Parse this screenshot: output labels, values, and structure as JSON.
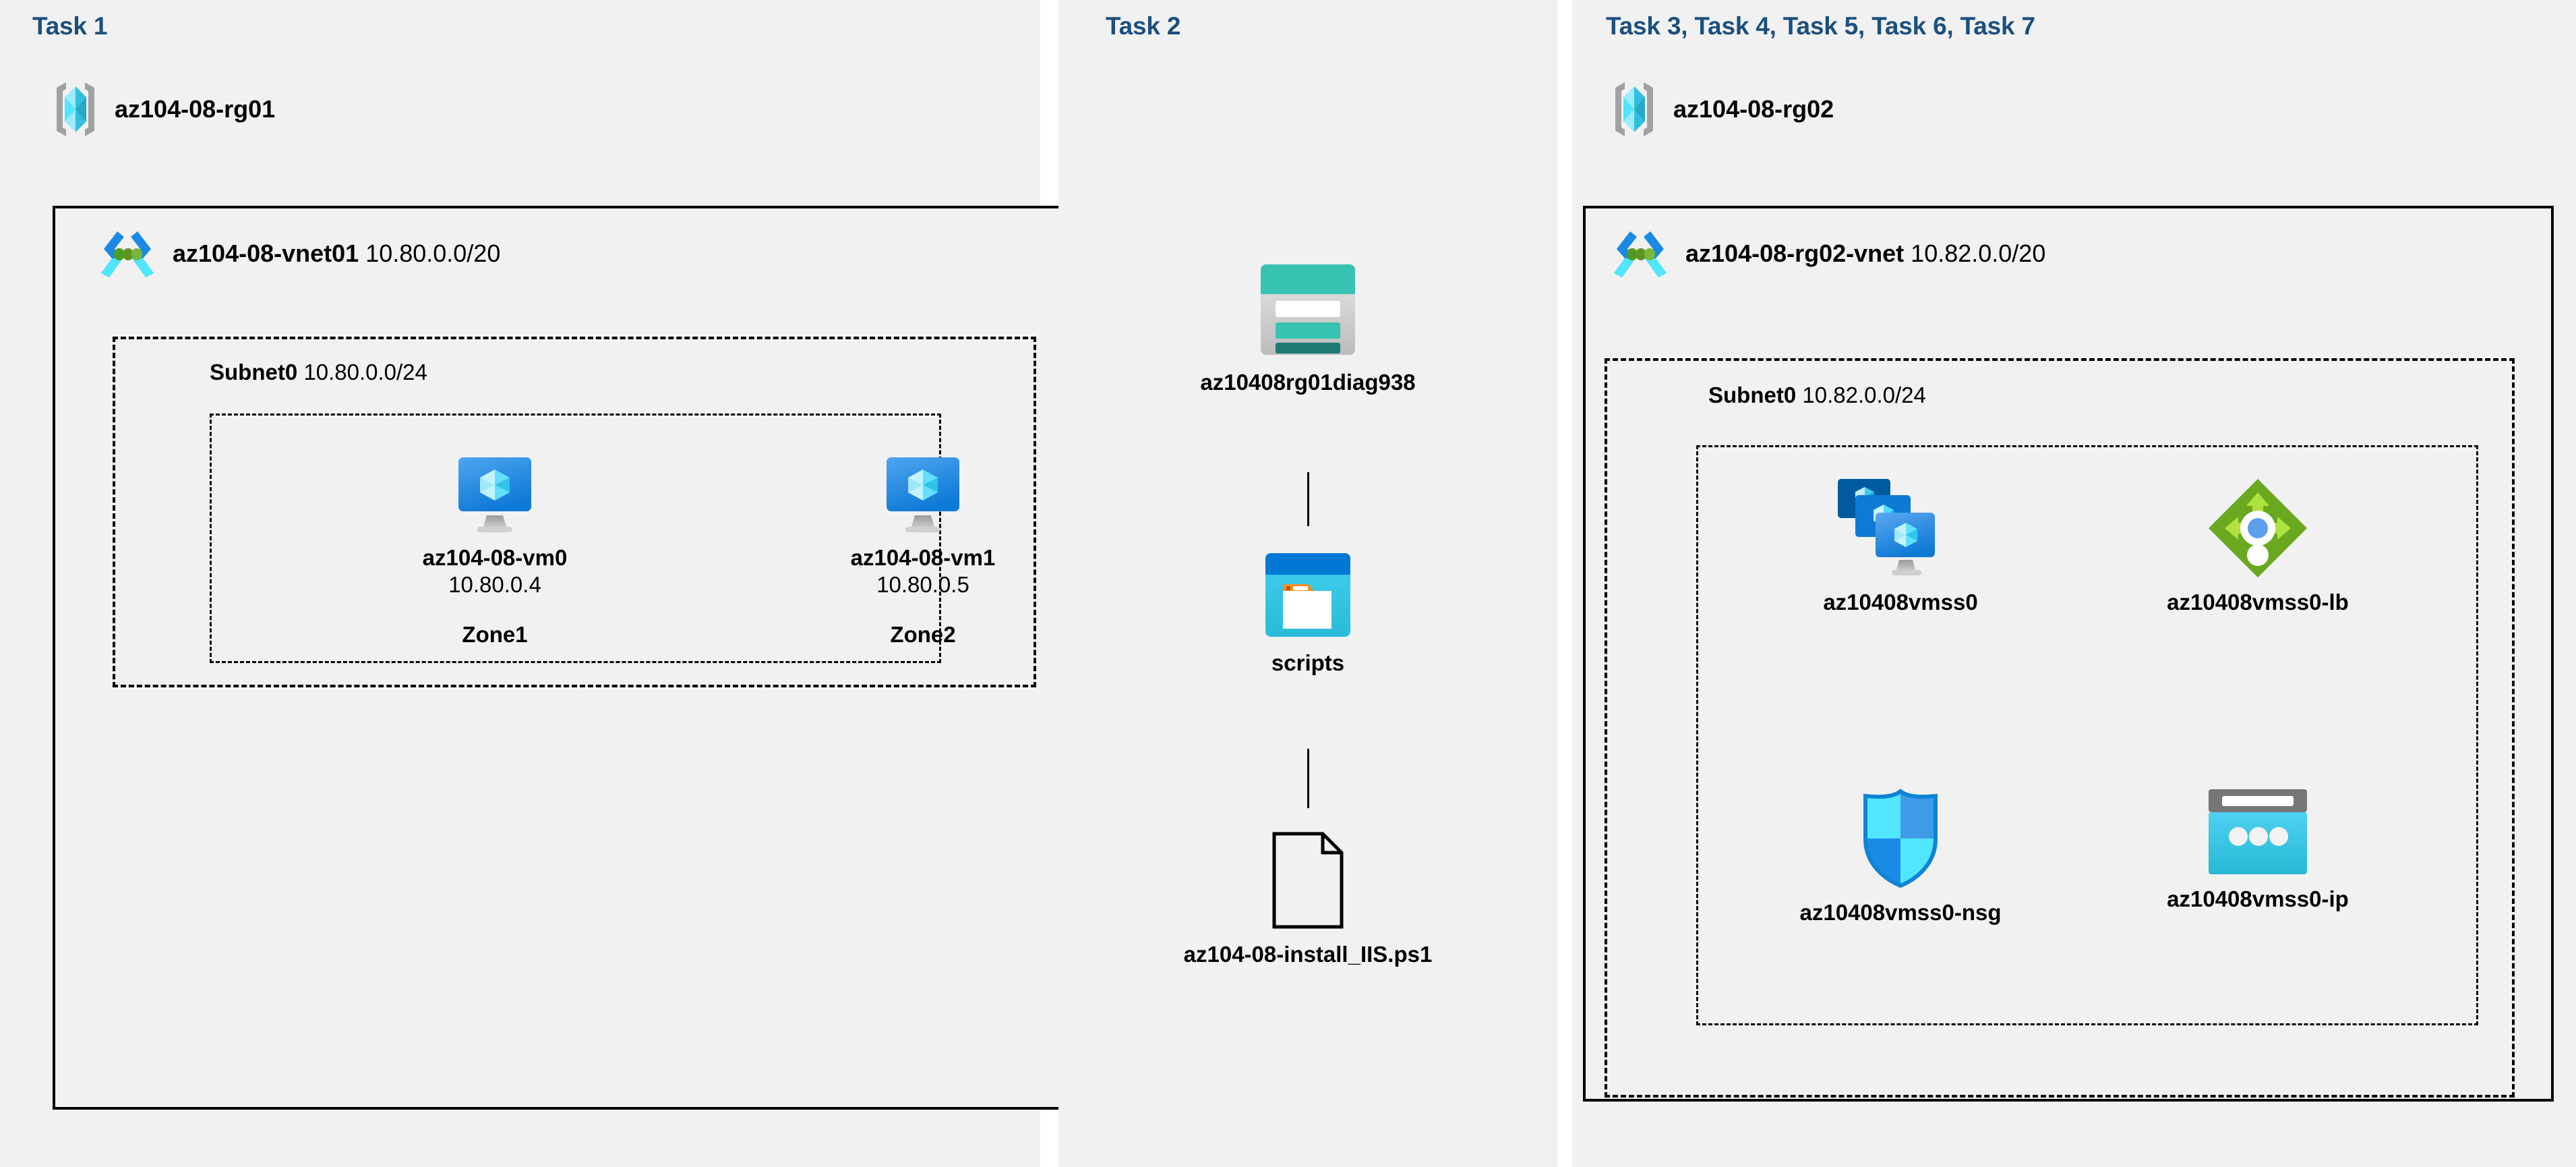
{
  "tasks": {
    "task1_title": "Task 1",
    "task2_title": "Task 2",
    "task3_title": "Task 3, Task 4, Task 5, Task 6, Task 7"
  },
  "colors": {
    "task_title": "#1b4f7e",
    "panel_bg": "#f1f1f1",
    "border": "#000000",
    "vm_blue": "#1b8ae4",
    "vnet_blue": "#1b8ae4",
    "vnet_cyan": "#50e6ff",
    "vnet_green": "#5e9624",
    "rg_gray": "#a0a1a2",
    "rg_cube_light": "#9cebff",
    "rg_cube_mid": "#50e6ff",
    "rg_cube_dark": "#32bedd",
    "storage_teal": "#37c2b1",
    "storage_teal_dark": "#1d7b74",
    "container_blue_dark": "#0078d4",
    "container_cyan": "#32bedd",
    "container_orange": "#f78d1e",
    "lb_green_dark": "#6aa81f",
    "lb_green_light": "#afe23f",
    "lb_circle_blue": "#5ea0ef",
    "nsg_cyan": "#50e6ff",
    "nsg_blue": "#1b8ae4",
    "ip_gray": "#767676",
    "ip_cyan": "#32bedd"
  },
  "task1": {
    "resource_group": {
      "name": "az104-08-rg01",
      "icon": "resource-group-icon"
    },
    "vnet": {
      "name": "az104-08-vnet01",
      "cidr": "10.80.0.0/20",
      "icon": "virtual-network-icon"
    },
    "subnet": {
      "name": "Subnet0",
      "cidr": "10.80.0.0/24"
    },
    "vms": [
      {
        "name": "az104-08-vm0",
        "ip": "10.80.0.4",
        "zone": "Zone1",
        "icon": "virtual-machine-icon"
      },
      {
        "name": "az104-08-vm1",
        "ip": "10.80.0.5",
        "zone": "Zone2",
        "icon": "virtual-machine-icon"
      }
    ]
  },
  "task2": {
    "storage_account": {
      "name": "az10408rg01diag938",
      "icon": "storage-account-icon"
    },
    "container": {
      "name": "scripts",
      "icon": "blob-container-icon"
    },
    "file": {
      "name": "az104-08-install_IIS.ps1",
      "icon": "file-icon"
    }
  },
  "task3": {
    "resource_group": {
      "name": "az104-08-rg02",
      "icon": "resource-group-icon"
    },
    "vnet": {
      "name": "az104-08-rg02-vnet",
      "cidr": "10.82.0.0/20",
      "icon": "virtual-network-icon"
    },
    "subnet": {
      "name": "Subnet0",
      "cidr": "10.82.0.0/24"
    },
    "resources": [
      {
        "name": "az10408vmss0",
        "icon": "vm-scale-set-icon"
      },
      {
        "name": "az10408vmss0-lb",
        "icon": "load-balancer-icon"
      },
      {
        "name": "az10408vmss0-nsg",
        "icon": "network-security-group-icon"
      },
      {
        "name": "az10408vmss0-ip",
        "icon": "public-ip-address-icon"
      }
    ]
  }
}
